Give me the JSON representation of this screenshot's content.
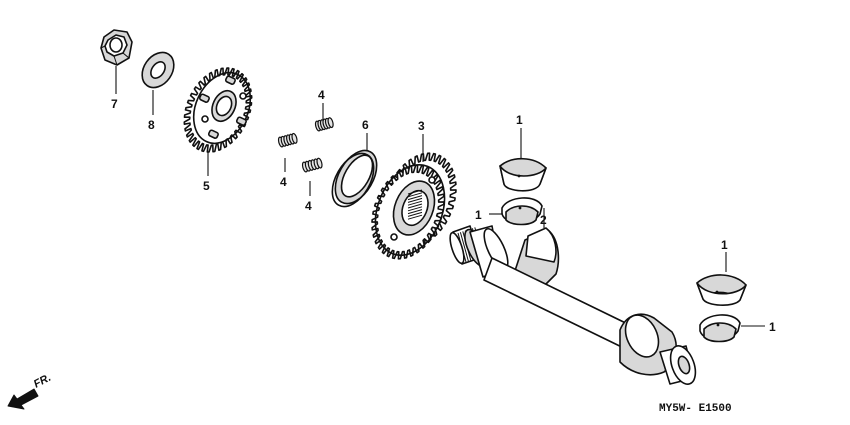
{
  "diagram": {
    "code": "MY5W- E1500",
    "direction_label": "FR.",
    "callouts": {
      "nut": "7",
      "washer": "8",
      "sprocket": "5",
      "spring_top": "4",
      "spring_mid_left": "4",
      "spring_mid_right": "4",
      "plate_washer": "6",
      "gear": "3",
      "bearing_upper": "1",
      "bearing_lower": "1",
      "shaft": "2",
      "bearing_right_upper": "1",
      "bearing_right_lower": "1"
    }
  }
}
